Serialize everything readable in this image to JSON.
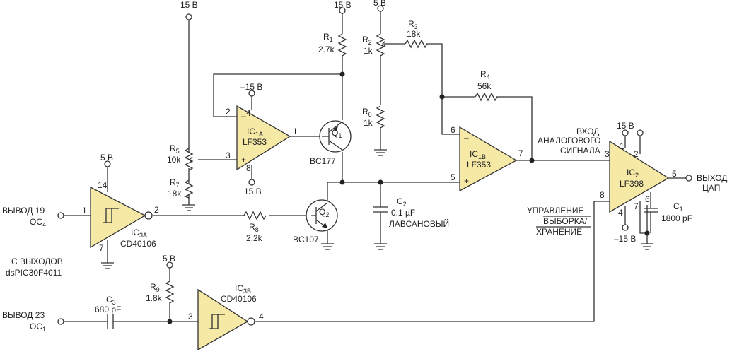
{
  "supply": {
    "p15": "15 В",
    "m15": "–15 В",
    "p5": "5 В"
  },
  "pins": {
    "p1": "1",
    "p2": "2",
    "p3": "3",
    "p4": "4",
    "p5": "5",
    "p6": "6",
    "p7": "7",
    "p8": "8",
    "p14": "14"
  },
  "signs": {
    "plus": "+",
    "minus": "–"
  },
  "inputs": {
    "oc4_a": "ВЫВОД 19",
    "oc4_b": "OC",
    "oc4_sub": "4",
    "oc1_a": "ВЫВОД 23",
    "oc1_b": "OC",
    "oc1_sub": "1",
    "from_a": "С ВЫХОДОВ",
    "from_b": "dsPIC30F4011"
  },
  "ics": {
    "ic1a": {
      "name": "IC",
      "sub": "1A",
      "part": "LF353"
    },
    "ic1b": {
      "name": "IC",
      "sub": "1B",
      "part": "LF353"
    },
    "ic2": {
      "name": "IC",
      "sub": "2",
      "part": "LF398"
    },
    "ic3a": {
      "name": "IC",
      "sub": "3A",
      "part": "CD40106"
    },
    "ic3b": {
      "name": "IC",
      "sub": "3B",
      "part": "CD40106"
    }
  },
  "transistors": {
    "q1": {
      "name": "Q",
      "sub": "1",
      "part": "BC177"
    },
    "q2": {
      "name": "Q",
      "sub": "2",
      "part": "BC107"
    }
  },
  "resistors": {
    "r1": {
      "name": "R",
      "sub": "1",
      "value": "2.7k"
    },
    "r2": {
      "name": "R",
      "sub": "2",
      "value": "1k"
    },
    "r3": {
      "name": "R",
      "sub": "3",
      "value": "18k"
    },
    "r4": {
      "name": "R",
      "sub": "4",
      "value": "56k"
    },
    "r5": {
      "name": "R",
      "sub": "5",
      "value": "10k"
    },
    "r6": {
      "name": "R",
      "sub": "6",
      "value": "1k"
    },
    "r7": {
      "name": "R",
      "sub": "7",
      "value": "18k"
    },
    "r8": {
      "name": "R",
      "sub": "8",
      "value": "2.2k"
    },
    "r9": {
      "name": "R",
      "sub": "9",
      "value": "1.8k"
    }
  },
  "capacitors": {
    "c1": {
      "name": "C",
      "sub": "1",
      "value": "1800 pF"
    },
    "c2": {
      "name": "C",
      "sub": "2",
      "value": "0.1 µF",
      "type": "ЛАВСАНОВЫЙ"
    },
    "c3": {
      "name": "C",
      "sub": "3",
      "value": "680 pF"
    }
  },
  "labels": {
    "analog_in": [
      "ВХОД",
      "АНАЛОГОВОГО",
      "СИГНАЛА"
    ],
    "control": [
      "УПРАВЛЕНИЕ",
      "ВЫБОРКА/",
      "ХРАНЕНИЕ"
    ],
    "out": [
      "ВЫХОД",
      "ЦАП"
    ]
  }
}
